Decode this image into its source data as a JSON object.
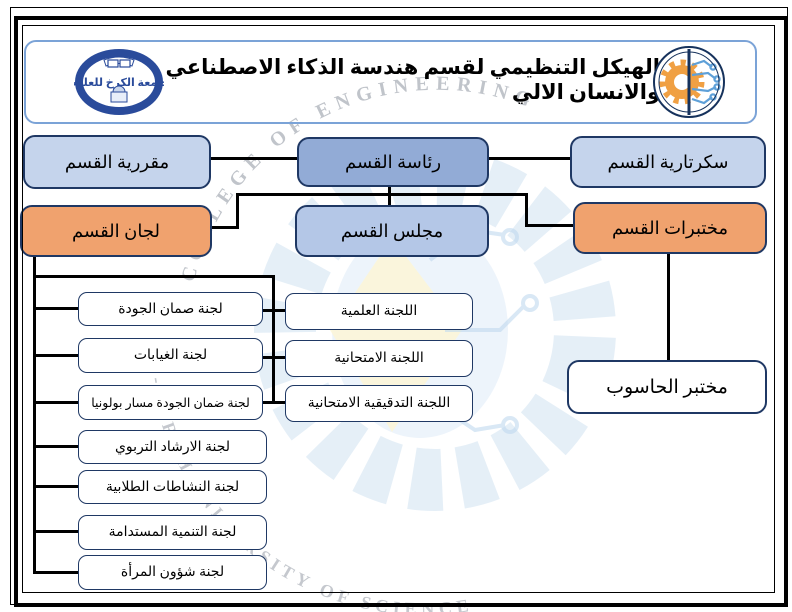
{
  "title": "الهيكل التنظيمي لقسم هندسة الذكاء الاصطناعي والانسان الالي",
  "nodes": {
    "rapporteur": "مقررية القسم",
    "head": "رئاسة القسم",
    "secretariat": "سكرتارية القسم",
    "committees_parent": "لجان القسم",
    "council": "مجلس القسم",
    "labs": "مختبرات القسم",
    "computer_lab": "مختبر الحاسوب"
  },
  "left_committees": [
    "لجنة صمان الجودة",
    "لجنة الغيابات",
    "لجنة ضمان الجودة مسار بولونيا",
    "لجنة الارشاد التربوي",
    "لجنة النشاطات الطلابية",
    "لجنة التنمية المستدامة",
    "لجنة شؤون المرأة"
  ],
  "center_committees": [
    "اللجنة العلمية",
    "اللجنة الامتحانية",
    "اللجنة التدقيقية الامتحانية"
  ],
  "watermark": {
    "top_arc": "COLLEGE OF ENGINEERING",
    "bottom_arc": "AL-KARKH UNIVERSITY OF SCIENCE"
  },
  "logos": {
    "university": "university-of-karkh-emblem",
    "college": "college-of-engineering-emblem"
  },
  "colors": {
    "box_blue_light": "#c5d4ec",
    "box_blue_mid": "#92abd6",
    "box_blue_council": "#b4c7e7",
    "box_orange": "#f0a26e",
    "box_border": "#1f3864",
    "banner_border": "#7ba3d7",
    "connector": "#000000"
  }
}
